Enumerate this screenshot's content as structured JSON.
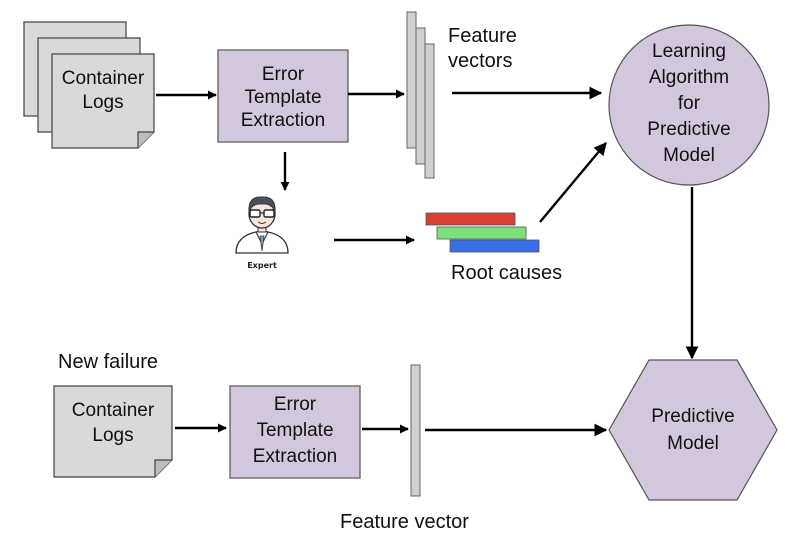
{
  "colors": {
    "purple_fill": "#d3c7de",
    "log_fill": "#d9d9d9",
    "vector_fill": "#d0d0d0",
    "root_red": "#d9402e",
    "root_green": "#7ee07a",
    "root_blue": "#3a6ee8"
  },
  "training": {
    "container_logs": [
      "Container",
      "Logs"
    ],
    "extraction": [
      "Error",
      "Template",
      "Extraction"
    ],
    "feature_vectors": [
      "Feature",
      "vectors"
    ],
    "expert_caption": "Expert",
    "root_causes": "Root causes",
    "learning_node": [
      "Learning",
      "Algorithm",
      "for",
      "Predictive",
      "Model"
    ]
  },
  "inference": {
    "new_failure": "New failure",
    "container_logs": [
      "Container",
      "Logs"
    ],
    "extraction": [
      "Error",
      "Template",
      "Extraction"
    ],
    "feature_vector": "Feature vector",
    "predictive_model": [
      "Predictive",
      "Model"
    ]
  }
}
